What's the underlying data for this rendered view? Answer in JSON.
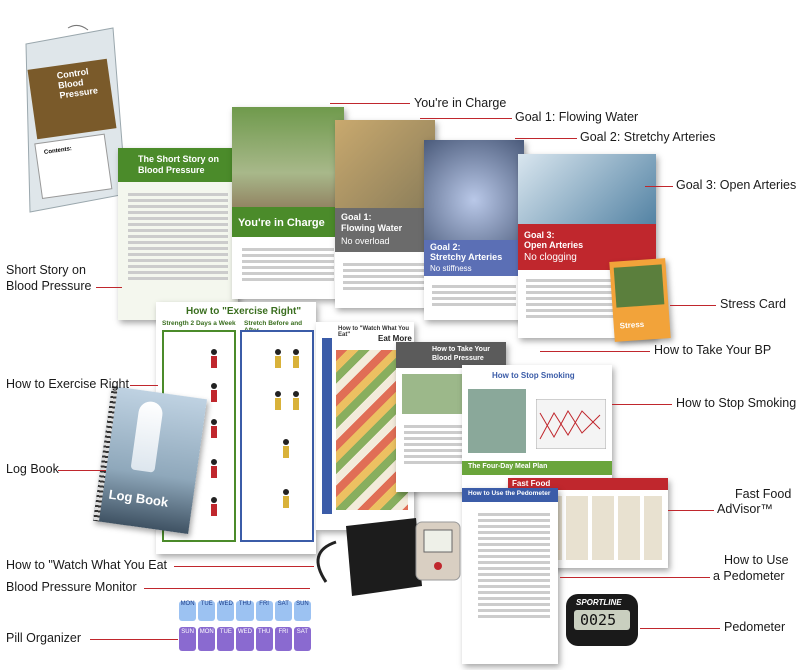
{
  "labels": {
    "youre_in_charge": "You're in Charge",
    "goal1": "Goal 1: Flowing Water",
    "goal2": "Goal 2: Stretchy Arteries",
    "goal3": "Goal 3: Open Arteries",
    "short_story_1": "Short Story on",
    "short_story_2": "Blood Pressure",
    "stress_card": "Stress Card",
    "take_bp": "How to Take Your BP",
    "exercise_right": "How to Exercise Right",
    "stop_smoking": "How to Stop Smoking",
    "log_book": "Log Book",
    "fast_food_1": "Fast Food",
    "fast_food_2": "AdVisor™",
    "watch_eat": "How to \"Watch  What You Eat",
    "bp_monitor": "Blood Pressure Monitor",
    "pedometer_use_1": "How to Use",
    "pedometer_use_2": "a Pedometer",
    "pedometer": "Pedometer",
    "pill_organizer": "Pill Organizer"
  },
  "bag": {
    "title_1": "Control",
    "title_2": "Blood",
    "title_3": "Pressure",
    "contents": "Contents:"
  },
  "docs": {
    "short_story": "The Short Story on Blood Pressure",
    "in_charge": "You're in Charge",
    "goal1_title": "Goal 1:",
    "goal1_sub": "Flowing Water",
    "goal1_tag": "No overload",
    "goal2_title": "Goal 2:",
    "goal2_sub": "Stretchy Arteries",
    "goal2_tag": "No stiffness",
    "goal3_title": "Goal 3:",
    "goal3_sub": "Open Arteries",
    "goal3_tag": "No clogging",
    "exercise_title": "How to \"Exercise Right\"",
    "exercise_left": "Strength 2 Days a Week",
    "exercise_right": "Stretch Before and After",
    "eat_title": "How to \"Watch What You Eat\"",
    "eat_more": "Eat More",
    "bp_title": "How to Take Your Blood Pressure",
    "smoking_title": "How to Stop Smoking",
    "meal_plan": "The Four-Day Meal Plan",
    "fast_food": "Fast Food",
    "pedometer_title": "How to Use the Pedometer",
    "logbook_title": "Log Book",
    "stress_title": "Stress"
  },
  "pedometer": {
    "brand": "SPORTLINE",
    "display": "0025"
  },
  "pill": {
    "top": [
      "MON",
      "TUE",
      "WED",
      "THU",
      "FRI",
      "SAT",
      "SUN"
    ],
    "bottom": [
      "SUN",
      "MON",
      "TUE",
      "WED",
      "THU",
      "FRI",
      "SAT"
    ]
  },
  "colors": {
    "accent_line": "#c0272d",
    "goal1": "#6b6b6b",
    "goal2": "#5b6fb5",
    "goal3": "#c0272d",
    "green": "#4b8b2a"
  }
}
